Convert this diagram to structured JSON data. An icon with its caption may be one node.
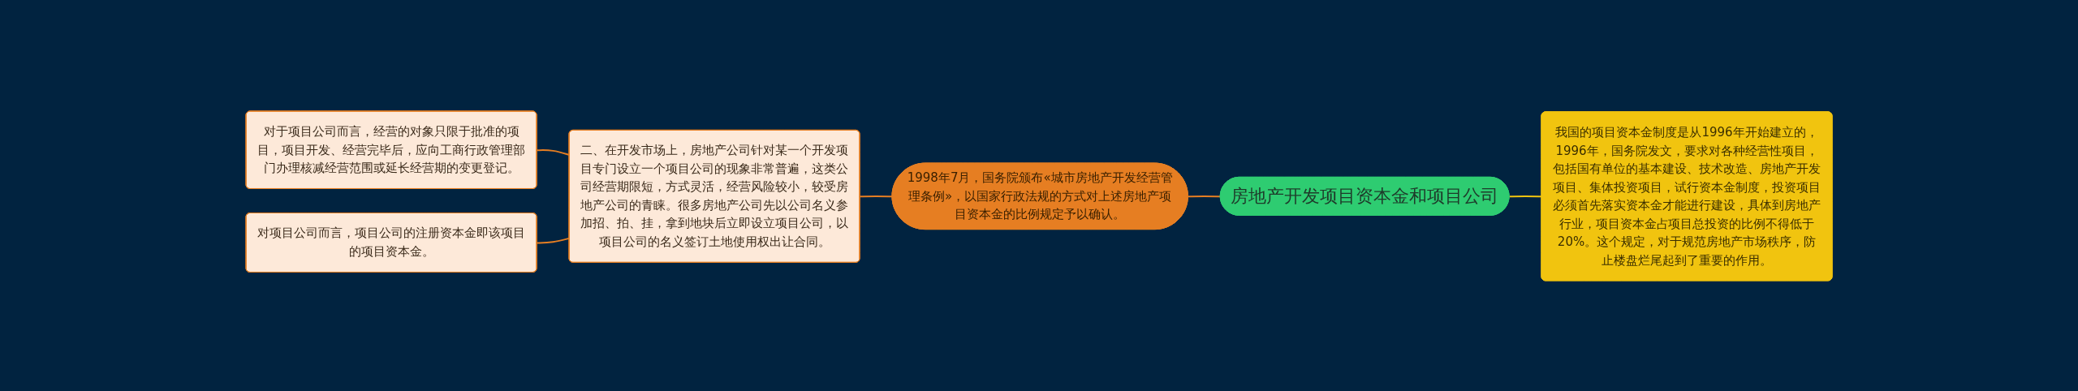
{
  "diagram": {
    "nodes": [
      {
        "text": [
          "房地产开发项目资本金和项目公司"
        ]
      },
      {
        "text": [
          "我国的项目资本金制度是从1996年开始建立的，1996年，国务院发文，要求对各种经营性项目，包括国有单位的基本建设、技术改造、房地产开发项目、集体投资项目，试行资本金制度，投资项目必须首先落实资本金才能进行建设，具体到房地产行业，项目资本金占项目总投资的比例不得低于20%。这个规定，对于规范房地产市场秩序，防止楼盘烂尾起到了重要的作用。"
        ]
      },
      {
        "text": [
          "1998年7月，国务院颁布«城市房地产开发经营管理条例»，以国家行政法规的方式对上述房地产项目资本金的比例规定予以确认。"
        ]
      },
      {
        "text": [
          "二、在开发市场上，房地产公司针对某一个开发项目专门设立一个项目公司的现象非常普遍，这类公司经营期限短，方式灵活，经营风险较小，较受房地产公司的青睐。很多房地产公司先以公司名义参加招、拍、挂，拿到地块后立即设立项目公司，以项目公司的名义签订土地使用权出让合同。"
        ]
      },
      {
        "text": [
          "对于项目公司而言，经营的对象只限于批准的项目，项目开发、经营完毕后，应向工商行政管理部门办理核减经营范围或延长经营期的变更登记。"
        ]
      },
      {
        "text": [
          "对项目公司而言，项目公司的注册资本金即该项目的项目资本金。"
        ]
      }
    ],
    "edges": [
      {
        "from": 4,
        "to": 3,
        "arrow": "none"
      },
      {
        "from": 5,
        "to": 3,
        "arrow": "none"
      },
      {
        "from": 3,
        "to": 2,
        "arrow": "none"
      },
      {
        "from": 2,
        "to": 0,
        "arrow": "none"
      },
      {
        "from": 0,
        "to": 1,
        "arrow": "none",
        "color": "#f1c40f"
      }
    ]
  }
}
